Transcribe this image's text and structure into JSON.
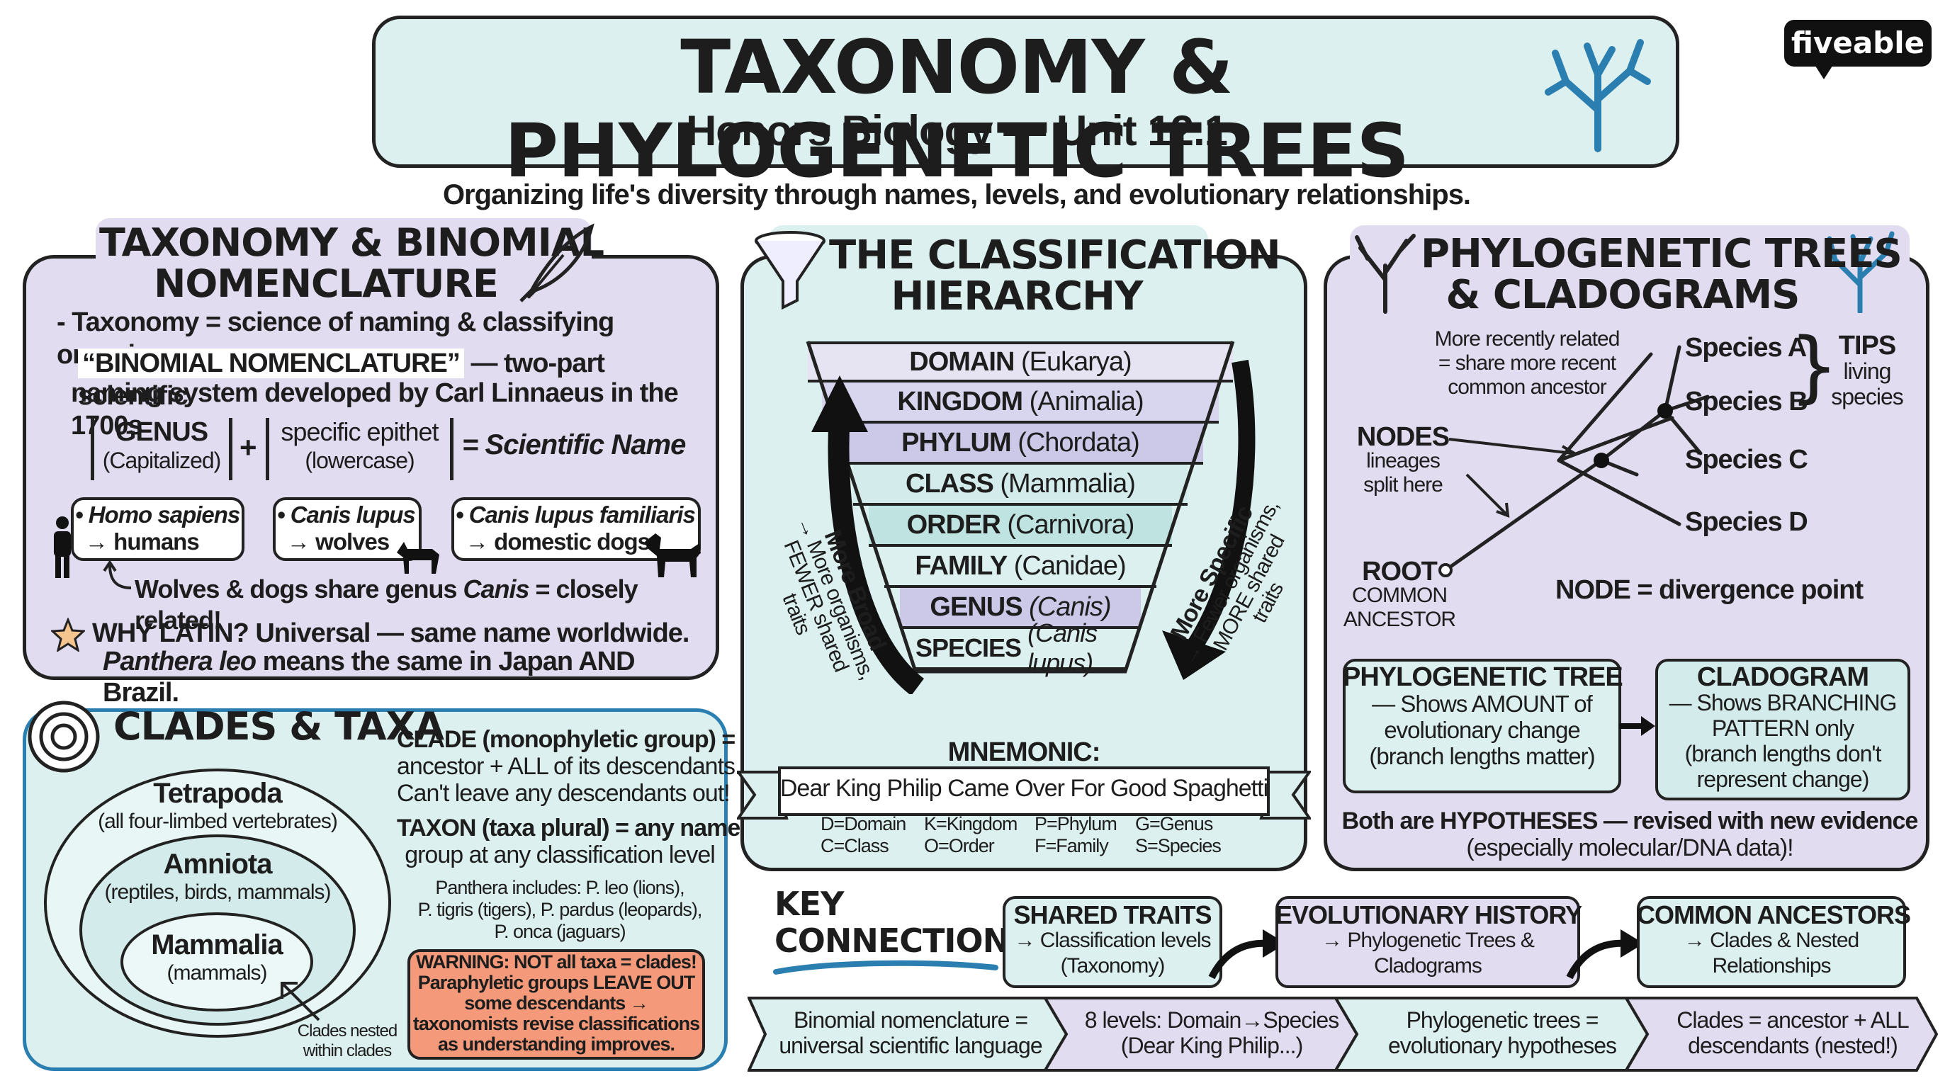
{
  "colors": {
    "lavender": "#e2dcf0",
    "aqua": "#dcf0ef",
    "ink": "#1d1d1d",
    "warning": "#f49a7b",
    "arrow": "#2b7fb0"
  },
  "brand": "fiveable",
  "title": "TAXONOMY & PHYLOGENETIC TREES",
  "subtitle": "Honors Biology — Unit 12.1",
  "tagline": "Organizing life's diversity through names, levels, and evolutionary relationships.",
  "taxonomy": {
    "heading": [
      "TAXONOMY & BINOMIAL",
      "NOMENCLATURE"
    ],
    "definition": "- Taxonomy = science of naming & classifying organisms",
    "binomial_term": "“BINOMIAL NOMENCLATURE”",
    "binomial_rest": " — two-part scientific",
    "binomial_line2": "naming system developed by Carl Linnaeus in the 1700s",
    "formula": {
      "genus": "GENUS",
      "genus_note": "(Capitalized)",
      "plus": "+",
      "epithet": "specific epithet",
      "epithet_note": "(lowercase)",
      "equals": "= Scientific Name"
    },
    "examples": [
      {
        "name": "• Homo sapiens",
        "common": "→ humans"
      },
      {
        "name": "• Canis lupus",
        "common": "→ wolves"
      },
      {
        "name": "• Canis lupus familiaris",
        "common": "→ domestic dogs"
      }
    ],
    "note_pre": "Wolves & dogs share genus ",
    "note_genus": "Canis",
    "note_post": " = closely related!",
    "why_latin": "WHY LATIN? Universal — same name worldwide.",
    "why_latin2_species": "Panthera leo",
    "why_latin2_rest": " means the same in Japan AND Brazil."
  },
  "clades": {
    "heading": "CLADES & TAXA",
    "tetrapoda": "Tetrapoda",
    "tetrapoda_note": "(all four-limbed vertebrates)",
    "amniota": "Amniota",
    "amniota_note": "(reptiles, birds, mammals)",
    "mammalia": "Mammalia",
    "mammalia_note": "(mammals)",
    "nested_note": [
      "Clades nested",
      "within clades"
    ],
    "clade_def": [
      "CLADE (monophyletic group) =",
      "ancestor + ALL of its descendants.",
      "Can't leave any descendants out!"
    ],
    "taxon_def": [
      "TAXON (taxa plural) = any named",
      "group at any classification level"
    ],
    "panthera": [
      "Panthera includes: P. leo (lions),",
      "P. tigris (tigers), P. pardus (leopards),",
      "P. onca (jaguars)"
    ],
    "warning": [
      "WARNING: NOT all taxa = clades!",
      "Paraphyletic groups LEAVE OUT",
      "some descendants →",
      "taxonomists revise classifications",
      "as understanding improves."
    ]
  },
  "hierarchy": {
    "heading": [
      "THE CLASSIFICATION",
      "HIERARCHY"
    ],
    "levels": [
      {
        "rank": "DOMAIN",
        "example": "(Eukarya)"
      },
      {
        "rank": "KINGDOM",
        "example": "(Animalia)"
      },
      {
        "rank": "PHYLUM",
        "example": "(Chordata)"
      },
      {
        "rank": "CLASS",
        "example": "(Mammalia)"
      },
      {
        "rank": "ORDER",
        "example": "(Carnivora)"
      },
      {
        "rank": "FAMILY",
        "example": "(Canidae)"
      },
      {
        "rank": "GENUS",
        "example": "(Canis)"
      },
      {
        "rank": "SPECIES",
        "example": "(Canis lupus)"
      }
    ],
    "broad": [
      "More Broad",
      "→ More organisms,",
      "FEWER shared",
      "traits"
    ],
    "specific": [
      "More Specific",
      "→ Fewer organisms,",
      "MORE shared",
      "traits"
    ],
    "mnemonic_title": "MNEMONIC:",
    "mnemonic": "Dear King Philip Came Over For Good Spaghetti",
    "key": [
      "D=Domain",
      "K=Kingdom",
      "P=Phylum",
      "G=Genus",
      "C=Class",
      "O=Order",
      "F=Family",
      "S=Species"
    ]
  },
  "phylo": {
    "heading": [
      "PHYLOGENETIC TREES",
      "& CLADOGRAMS"
    ],
    "recent": [
      "More recently related",
      "= share more recent",
      "common ancestor"
    ],
    "species": [
      "Species A",
      "Species B",
      "Species C",
      "Species D"
    ],
    "tips": [
      "TIPS",
      "living",
      "species"
    ],
    "nodes": [
      "NODES",
      "lineages",
      "split here"
    ],
    "root": [
      "ROOT",
      "COMMON",
      "ANCESTOR"
    ],
    "node_def": "NODE = divergence point",
    "tree_box": [
      "PHYLOGENETIC TREE",
      "— Shows AMOUNT of",
      "evolutionary change",
      "(branch lengths matter)"
    ],
    "clado_box": [
      "CLADOGRAM",
      "— Shows BRANCHING",
      "PATTERN only",
      "(branch lengths don't",
      "represent change)"
    ],
    "hypotheses": [
      "Both are HYPOTHESES — revised with new evidence",
      "(especially molecular/DNA data)!"
    ]
  },
  "key_connections": {
    "heading": [
      "KEY",
      "CONNECTIONS"
    ],
    "items": [
      [
        "SHARED TRAITS",
        "→ Classification levels",
        "(Taxonomy)"
      ],
      [
        "EVOLUTIONARY HISTORY",
        "→ Phylogenetic Trees &",
        "Cladograms"
      ],
      [
        "COMMON ANCESTORS",
        "→ Clades & Nested",
        "Relationships"
      ]
    ]
  },
  "summary": [
    [
      "Binomial nomenclature =",
      "universal scientific language"
    ],
    [
      "8 levels: Domain→Species",
      "(Dear King Philip...)"
    ],
    [
      "Phylogenetic trees =",
      "evolutionary hypotheses"
    ],
    [
      "Clades = ancestor + ALL",
      "descendants (nested!)"
    ]
  ]
}
